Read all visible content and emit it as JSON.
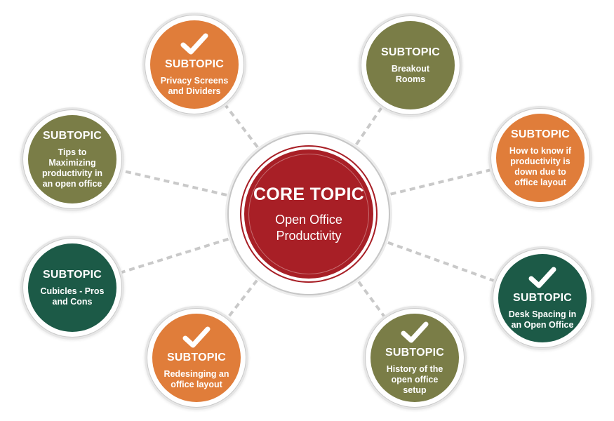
{
  "colors": {
    "orange": "#e07d3a",
    "olive": "#7a7d47",
    "green": "#1c5a47",
    "core_red": "#a81f26",
    "connector": "#c9c9c9"
  },
  "core": {
    "title": "CORE TOPIC",
    "text": "Open Office Productivity"
  },
  "subtopics": [
    {
      "id": "privacy-screens",
      "title": "SUBTOPIC",
      "text": "Privacy Screens and Dividers",
      "color": "orange",
      "checked": true
    },
    {
      "id": "breakout-rooms",
      "title": "SUBTOPIC",
      "text": "Breakout Rooms",
      "color": "olive",
      "checked": false
    },
    {
      "id": "productivity-down",
      "title": "SUBTOPIC",
      "text": "How to know if productivity is down due to office layout",
      "color": "orange",
      "checked": false
    },
    {
      "id": "desk-spacing",
      "title": "SUBTOPIC",
      "text": "Desk Spacing in an Open Office",
      "color": "green",
      "checked": true
    },
    {
      "id": "history-open-office",
      "title": "SUBTOPIC",
      "text": "History of the open office setup",
      "color": "olive",
      "checked": true
    },
    {
      "id": "redesigning-layout",
      "title": "SUBTOPIC",
      "text": "Redesinging an office layout",
      "color": "orange",
      "checked": true
    },
    {
      "id": "cubicles",
      "title": "SUBTOPIC",
      "text": "Cubicles - Pros and Cons",
      "color": "green",
      "checked": false
    },
    {
      "id": "maximizing-tips",
      "title": "SUBTOPIC",
      "text": "Tips to Maximizing productivity in an open office",
      "color": "olive",
      "checked": false
    }
  ]
}
